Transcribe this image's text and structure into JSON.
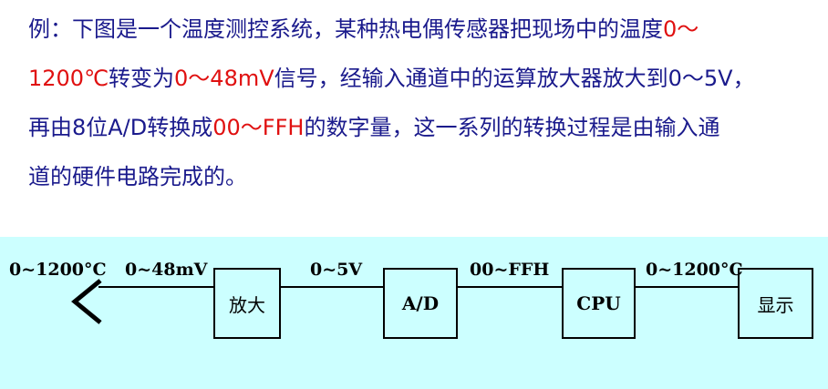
{
  "paragraph": {
    "l1a": "例：下图是一个温度测控系统，某种热电偶传感器把现场中的温度",
    "l1b": "0～",
    "l2a": "1200℃",
    "l2b": "转变为",
    "l2c": "0～48mV",
    "l2d": "信号，经输入通道中的运算放大器放大到0～5V，",
    "l3a": "再由8位A/D转换成",
    "l3b": "00～FFH",
    "l3c": "的数字量，这一系列的转换过程是由输入通",
    "l4": "道的硬件电路完成的。"
  },
  "diagram": {
    "signals": {
      "s0": "0~1200°C",
      "s1": "0~48mV",
      "s2": "0~5V",
      "s3": "00~FFH",
      "s4": "0~1200°C"
    },
    "blocks": {
      "amp": "放大",
      "adc": "A/D",
      "cpu": "CPU",
      "display": "显示"
    }
  },
  "colors": {
    "text": "#1a1a8c",
    "highlight": "#e01010",
    "diagram_bg": "#ccffff"
  }
}
